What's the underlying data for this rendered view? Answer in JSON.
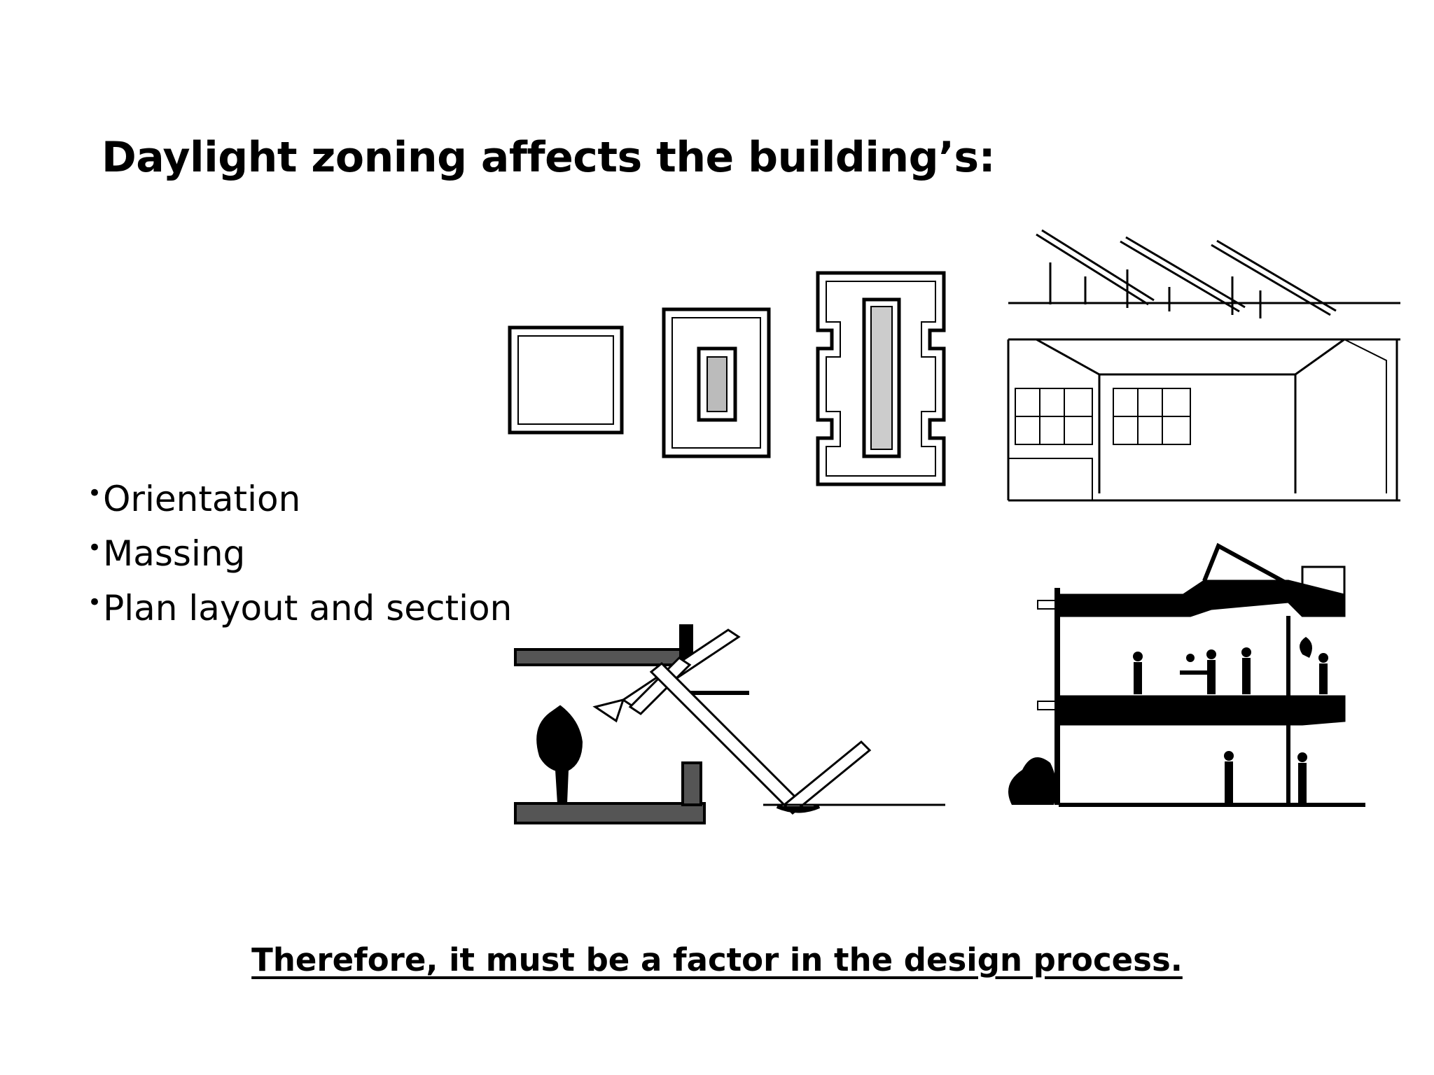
{
  "title": "Daylight zoning affects the building’s:",
  "bullets": [
    {
      "label": "Orientation"
    },
    {
      "label": "Massing"
    },
    {
      "label": "Plan layout and section"
    }
  ],
  "conclusion": "Therefore, it must be a factor in the design process.",
  "colors": {
    "ink": "#000000",
    "background": "#ffffff",
    "shade": "#555555"
  }
}
